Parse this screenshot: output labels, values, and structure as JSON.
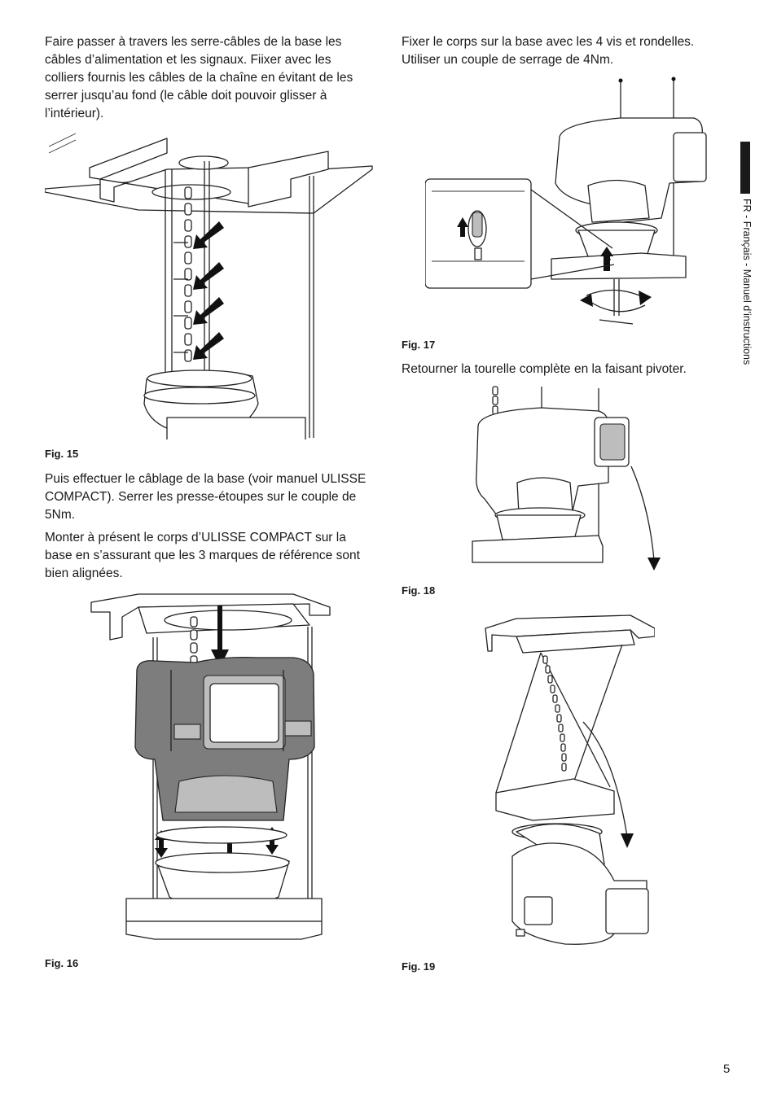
{
  "left": {
    "p1": "Faire passer à travers les serre-câbles de la base les câbles d’alimentation et les signaux. Fiixer avec les colliers fournis les câbles de la chaîne en évitant de les serrer jusqu’au fond (le câble doit pouvoir glisser à l’intérieur).",
    "fig15": "Fig. 15",
    "p2": "Puis effectuer le câblage de la base (voir manuel ULISSE COMPACT). Serrer les presse-étoupes sur le couple de 5Nm.",
    "p3": "Monter à présent le corps d’ULISSE COMPACT sur la base en s’assurant que les 3 marques de référence sont bien alignées.",
    "fig16": "Fig. 16"
  },
  "right": {
    "p1": "Fixer le corps sur la base avec les 4 vis et rondelles. Utiliser un couple de serrage de 4Nm.",
    "fig17": "Fig. 17",
    "p2": "Retourner la tourelle complète en la faisant pivoter.",
    "fig18": "Fig. 18",
    "fig19": "Fig. 19"
  },
  "sidebar": {
    "label": "FR - Français - Manuel d’instructions"
  },
  "footer": {
    "page_number": "5"
  }
}
